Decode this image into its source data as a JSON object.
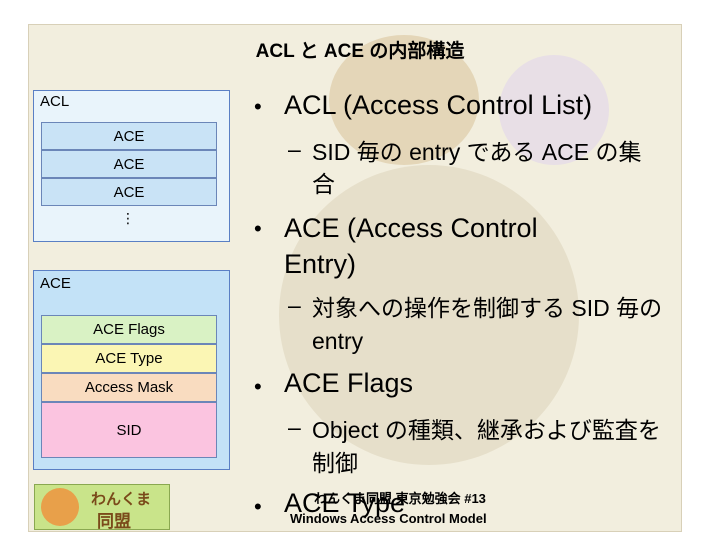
{
  "title": "ACL と ACE の内部構造",
  "acl_box": {
    "label": "ACL",
    "entries": [
      "ACE",
      "ACE",
      "ACE"
    ],
    "ellipsis": "⋮"
  },
  "ace_box": {
    "label": "ACE",
    "fields": {
      "flags": "ACE Flags",
      "type": "ACE Type",
      "mask": "Access Mask",
      "sid": "SID"
    }
  },
  "bullets": [
    {
      "marker": "•",
      "text": "ACL (Access Control List)"
    },
    {
      "marker": "–",
      "text": "SID 毎の entry である ACE の集合"
    },
    {
      "marker": "•",
      "text": "ACE (Access Control Entry)"
    },
    {
      "marker": "–",
      "text": "対象への操作を制御する SID 毎の entry"
    },
    {
      "marker": "•",
      "text": "ACE Flags"
    },
    {
      "marker": "–",
      "text": "Object の種類、継承および監査を制御"
    },
    {
      "marker": "•",
      "text": "ACE Type"
    }
  ],
  "footer": {
    "logo_line1": "わんくま",
    "logo_line2": "同盟",
    "line1": "わんくま同盟 東京勉強会 #13",
    "line2": "Windows Access Control Model"
  },
  "colors": {
    "box_border": "#5a7fc4",
    "flags_bg": "#d9f2c4",
    "type_bg": "#fbf6b4",
    "mask_bg": "#f9dcc0",
    "sid_bg": "#fbc4e0"
  }
}
